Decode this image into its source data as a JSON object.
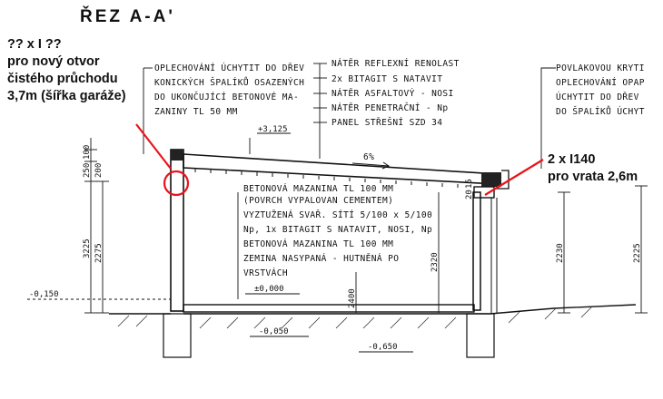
{
  "title": "ŘEZ A-A'",
  "red_annotation_left": {
    "lines": [
      "?? x I ??",
      "pro nový otvor",
      "čistého průchodu",
      "3,7m (šířka garáže)"
    ],
    "color": "#e8141b"
  },
  "red_annotation_right": {
    "lines": [
      "2 x I140",
      "pro vrata 2,6m"
    ],
    "color": "#e8141b"
  },
  "note_top_left": {
    "lines": [
      "OPLECHOVÁNÍ ÚCHYTIT DO DŘEV",
      "KONICKÝCH ŠPALÍKŮ OSAZENÝCH",
      "DO UKONČUJÍCÍ BETONOVÉ MA-",
      "ZANINY TL 50 MM"
    ]
  },
  "note_roof_layers": {
    "lines": [
      "NÁTĚR REFLEXNÍ RENOLAST",
      "2x BITAGIT S NATAVIT",
      "NÁTĚR ASFALTOVÝ - NOSI",
      "NÁTĚR PENETRAČNÍ - Np",
      "PANEL STŘEŠNÍ SZD 34"
    ]
  },
  "note_top_right": {
    "lines": [
      "POVLAKOVOU KRYTI",
      "OPLECHOVÁNÍ OPAP",
      "ÚCHYTIT DO DŘEV",
      "DO ŠPALÍKŮ ÚCHYT"
    ]
  },
  "note_floor_layers": {
    "lines": [
      "BETONOVÁ MAZANINA TL 100 MM",
      "(POVRCH VYPALOVAN CEMENTEM)",
      "VYZTUŽENÁ SVAŘ. SÍTÍ 5/100 x 5/100",
      "Np, 1x BITAGIT S NATAVIT, NOSI, Np",
      "BETONOVÁ MAZANINA TL 100 MM",
      "ZEMINA NASYPANÁ - HUTNĚNÁ PO",
      "VRSTVÁCH"
    ]
  },
  "slope_label": "6%",
  "levels": {
    "roof_top": "+3,125",
    "floor": "±0,000",
    "outside_left": "-0,150",
    "foundation_inner": "-0,050",
    "foundation_deep": "-0,650"
  },
  "dimensions_left": [
    "100",
    "250",
    "200",
    "3225",
    "2275"
  ],
  "dimensions_mid": [
    "2400",
    "2320",
    "15",
    "20"
  ],
  "dimensions_right": [
    "2230",
    "2225"
  ]
}
